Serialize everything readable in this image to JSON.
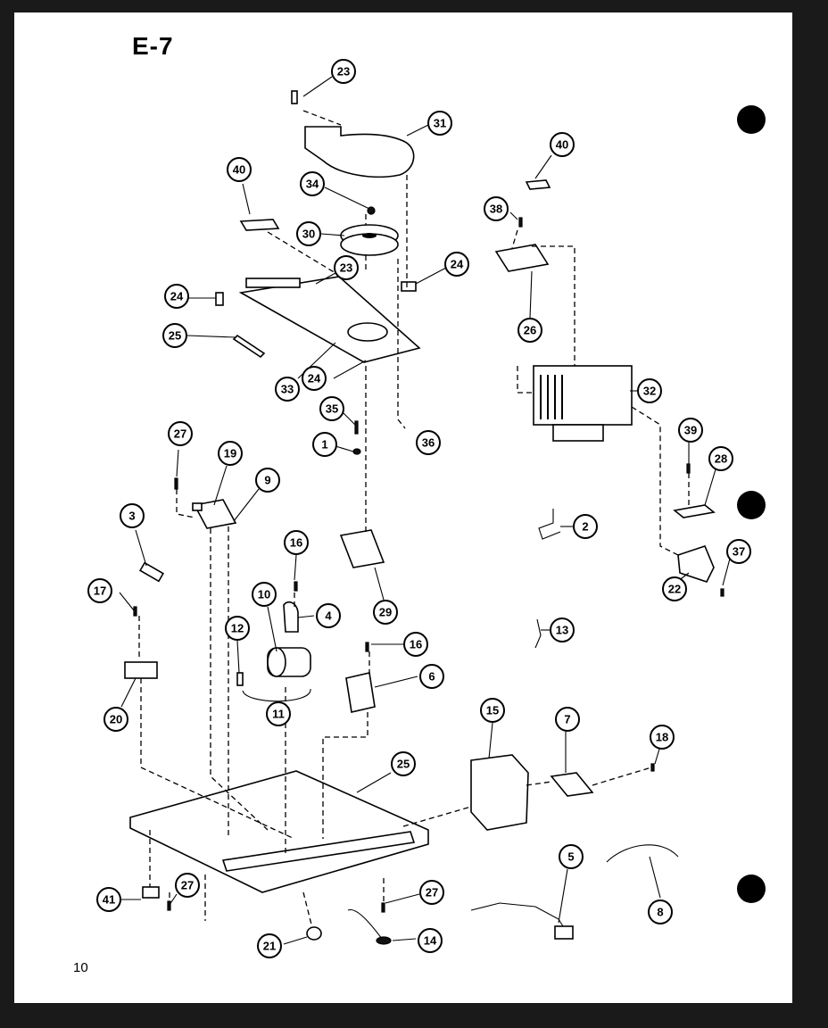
{
  "page": {
    "title": "E-7",
    "page_number": "10"
  },
  "callouts": [
    {
      "id": "c23a",
      "label": "23"
    },
    {
      "id": "c31",
      "label": "31"
    },
    {
      "id": "c40a",
      "label": "40"
    },
    {
      "id": "c34",
      "label": "34"
    },
    {
      "id": "c30",
      "label": "30"
    },
    {
      "id": "c23b",
      "label": "23"
    },
    {
      "id": "c24a",
      "label": "24"
    },
    {
      "id": "c24b",
      "label": "24"
    },
    {
      "id": "c25a",
      "label": "25"
    },
    {
      "id": "c33",
      "label": "33"
    },
    {
      "id": "c24c",
      "label": "24"
    },
    {
      "id": "c35",
      "label": "35"
    },
    {
      "id": "c1",
      "label": "1"
    },
    {
      "id": "c36a",
      "label": "36"
    },
    {
      "id": "c40b",
      "label": "40"
    },
    {
      "id": "c38",
      "label": "38"
    },
    {
      "id": "c26",
      "label": "26"
    },
    {
      "id": "c32",
      "label": "32"
    },
    {
      "id": "c39",
      "label": "39"
    },
    {
      "id": "c28",
      "label": "28"
    },
    {
      "id": "c2",
      "label": "2"
    },
    {
      "id": "c37",
      "label": "37"
    },
    {
      "id": "c22",
      "label": "22"
    },
    {
      "id": "c13",
      "label": "13"
    },
    {
      "id": "c27a",
      "label": "27"
    },
    {
      "id": "c19",
      "label": "19"
    },
    {
      "id": "c9",
      "label": "9"
    },
    {
      "id": "c3",
      "label": "3"
    },
    {
      "id": "c16a",
      "label": "16"
    },
    {
      "id": "c17",
      "label": "17"
    },
    {
      "id": "c10",
      "label": "10"
    },
    {
      "id": "c4",
      "label": "4"
    },
    {
      "id": "c29",
      "label": "29"
    },
    {
      "id": "c12",
      "label": "12"
    },
    {
      "id": "c16b",
      "label": "16"
    },
    {
      "id": "c6",
      "label": "6"
    },
    {
      "id": "c11",
      "label": "11"
    },
    {
      "id": "c20",
      "label": "20"
    },
    {
      "id": "c15",
      "label": "15"
    },
    {
      "id": "c7",
      "label": "7"
    },
    {
      "id": "c18",
      "label": "18"
    },
    {
      "id": "c25b",
      "label": "25"
    },
    {
      "id": "c5",
      "label": "5"
    },
    {
      "id": "c8",
      "label": "8"
    },
    {
      "id": "c41",
      "label": "41"
    },
    {
      "id": "c27b",
      "label": "27"
    },
    {
      "id": "c27c",
      "label": "27"
    },
    {
      "id": "c21",
      "label": "21"
    },
    {
      "id": "c14",
      "label": "14"
    }
  ]
}
